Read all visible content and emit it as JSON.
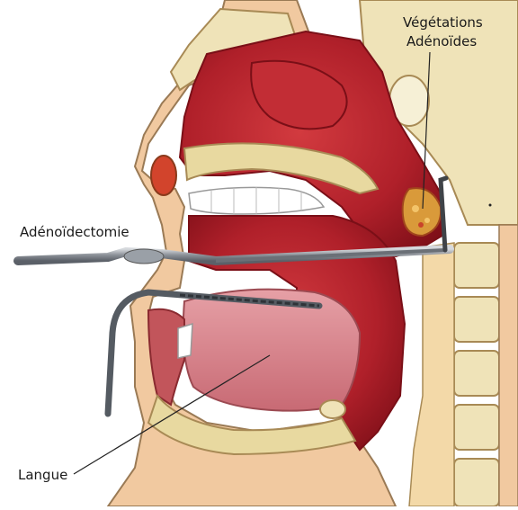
{
  "labels": {
    "vegetations_line1": "Végétations",
    "vegetations_line2": "Adénoïdes",
    "adenoidectomie": "Adénoïdectomie",
    "langue": "Langue"
  },
  "colors": {
    "flesh_red": "#b3202a",
    "deep_red": "#8a1018",
    "tongue_pink": "#d98a92",
    "bone_yellow": "#e8d9a0",
    "skin_tan": "#f1c9a0",
    "instrument_gray": "#7a7f86"
  }
}
